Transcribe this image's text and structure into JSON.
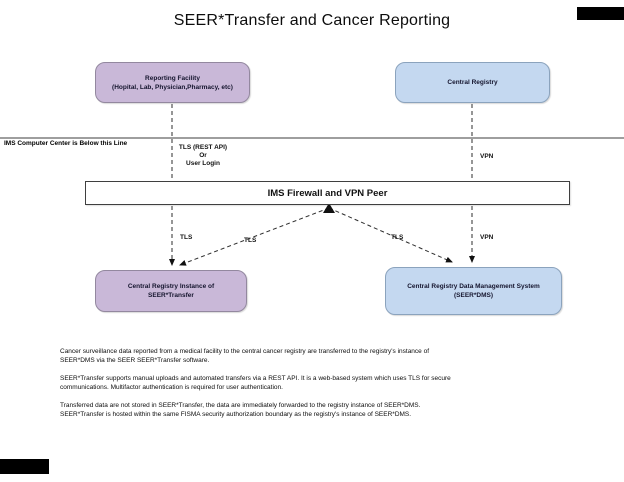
{
  "title": "SEER*Transfer and Cancer Reporting",
  "boundary_label": "IMS Computer Center is Below this Line",
  "nodes": {
    "reporting_facility": {
      "line1": "Reporting Facility",
      "line2": "(Hopital, Lab, Physician,Pharmacy, etc)",
      "color": "#c9b8d8"
    },
    "central_registry": {
      "label": "Central Registry",
      "color": "#c4d8f0"
    },
    "firewall": {
      "label": "IMS Firewall and VPN Peer",
      "color": "#ffffff"
    },
    "seer_transfer": {
      "line1": "Central Registry Instance of",
      "line2": "SEER*Transfer",
      "color": "#c9b8d8"
    },
    "seer_dms": {
      "line1": "Central Registry Data Management System",
      "line2": "(SEER*DMS)",
      "color": "#c4d8f0"
    }
  },
  "edge_labels": {
    "tls_rest_api": "TLS (REST API)",
    "or": "Or",
    "user_login": "User Login",
    "vpn_top": "VPN",
    "tls_bottom_left": "TLS",
    "tls_bottom_mid": "TLS",
    "tls_bottom_right": "TLS",
    "vpn_bottom": "VPN"
  },
  "paragraphs": [
    "Cancer surveillance data reported from a medical facility to the central cancer registry are transferred to the  registry's instance of\nSEER*DMS via the SEER SEER*Transfer software.",
    "SEER*Transfer supports manual uploads and automated transfers via a REST API.  It is a web-based system which uses TLS for secure\ncommunications.   Multifactor authentication is required for user authentication.",
    "Transferred data are not stored in SEER*Transfer, the data are immediately forwarded to the registry instance of SEER*DMS.\nSEER*Transfer is hosted within the same FISMA security authorization boundary as the registry's instance of SEER*DMS."
  ]
}
